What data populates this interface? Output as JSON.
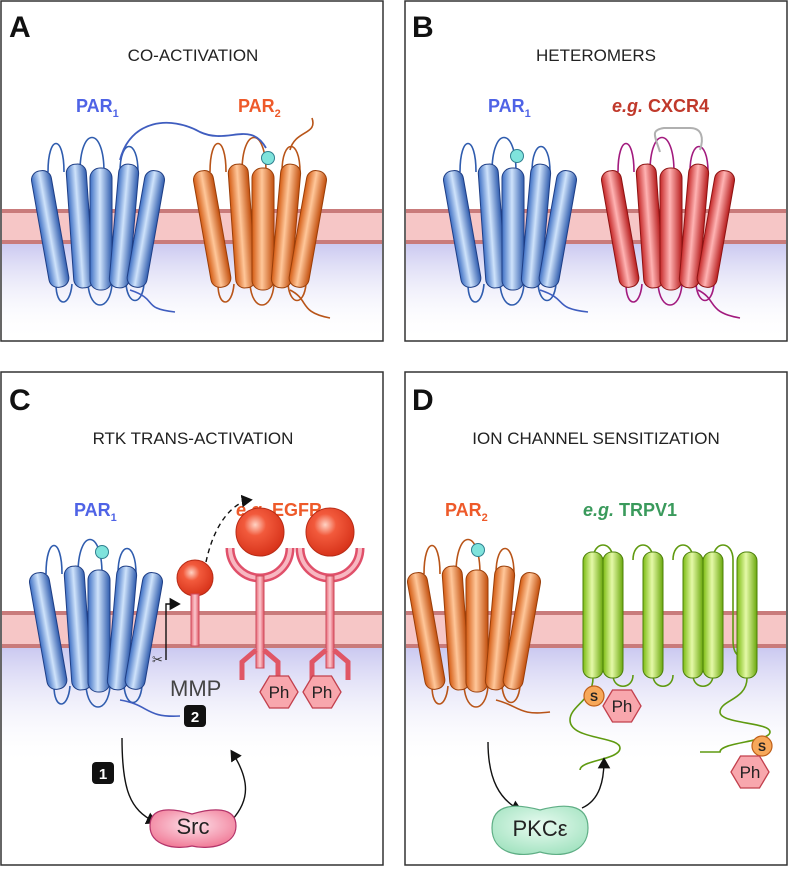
{
  "colors": {
    "blue": "#4f63e6",
    "orange": "#ee5a2a",
    "red": "#c0392b",
    "green": "#3a9a5c",
    "membrane": "#f6c6c6",
    "membrane_edge": "#c97b7b"
  },
  "panels": {
    "a": {
      "label": "A",
      "title": "CO-ACTIVATION",
      "r1": {
        "name": "PAR",
        "sub": "1"
      },
      "r2": {
        "name": "PAR",
        "sub": "2"
      }
    },
    "b": {
      "label": "B",
      "title": "HETEROMERS",
      "r1": {
        "name": "PAR",
        "sub": "1"
      },
      "r2": {
        "eg": "e.g.",
        "name": "CXCR4"
      }
    },
    "c": {
      "label": "C",
      "title": "RTK TRANS-ACTIVATION",
      "r1": {
        "name": "PAR",
        "sub": "1"
      },
      "r2": {
        "eg": "e.g.",
        "name": "EGFR"
      },
      "mmp": "MMP",
      "ph": "Ph",
      "src": "Src",
      "step1": "1",
      "step2": "2"
    },
    "d": {
      "label": "D",
      "title": "ION CHANNEL SENSITIZATION",
      "r1": {
        "name": "PAR",
        "sub": "2"
      },
      "r2": {
        "eg": "e.g.",
        "name": "TRPV1"
      },
      "ph": "Ph",
      "s": "S",
      "pkc": "PKCε"
    }
  }
}
